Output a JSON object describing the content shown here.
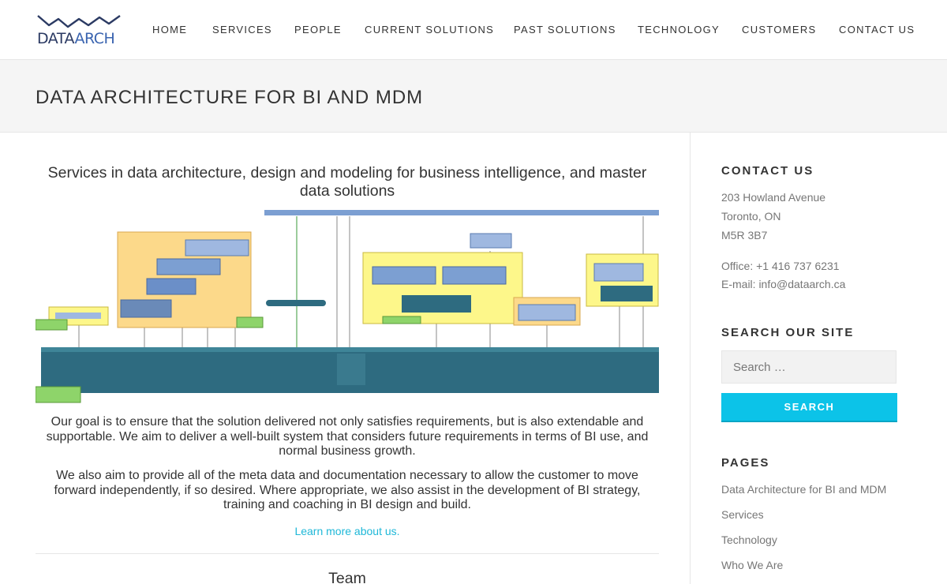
{
  "logo": {
    "part1": "DATA",
    "part2": "ARCH"
  },
  "nav": [
    {
      "label": "HOME"
    },
    {
      "label": "SERVICES"
    },
    {
      "label": "PEOPLE"
    },
    {
      "label": "CURRENT SOLUTIONS"
    },
    {
      "label": "PAST SOLUTIONS"
    },
    {
      "label": "TECHNOLOGY"
    },
    {
      "label": "CUSTOMERS"
    },
    {
      "label": "CONTACT US"
    }
  ],
  "page": {
    "title": "DATA ARCHITECTURE FOR BI AND MDM"
  },
  "main": {
    "intro": "Services in data architecture, design and modeling for business intelligence, and master data solutions",
    "paragraph1": "Our goal is to ensure that the solution delivered not only satisfies requirements, but is also extendable and supportable. We aim to deliver a well-built system that considers future requirements in terms of BI use, and normal business growth.",
    "paragraph2": "We also aim to provide all of the meta data and documentation necessary to allow the customer to move forward independently, if so desired. Where appropriate, we also assist in the development of BI strategy, training and coaching in BI design and build.",
    "learn_more": "Learn more about us.",
    "team_heading": "Team"
  },
  "sidebar": {
    "contact": {
      "title": "CONTACT US",
      "address": [
        "203 Howland Avenue",
        "Toronto, ON",
        "M5R 3B7"
      ],
      "office": "Office: +1 416 737 6231",
      "email": "E-mail: info@dataarch.ca"
    },
    "search": {
      "title": "SEARCH OUR SITE",
      "placeholder": "Search …",
      "button_label": "SEARCH"
    },
    "pages": {
      "title": "PAGES",
      "items": [
        {
          "label": "Data Architecture for BI and MDM"
        },
        {
          "label": "Services"
        },
        {
          "label": "Technology"
        },
        {
          "label": "Who We Are"
        }
      ]
    }
  },
  "colors": {
    "accent": "#0cc3e8",
    "link": "#1fb8d8",
    "diagram_teal": "#2e6b80",
    "diagram_blue": "#7c9fd2",
    "diagram_orange": "#fcd98a",
    "diagram_yellow": "#fdf78a",
    "diagram_green": "#8ed46a"
  }
}
